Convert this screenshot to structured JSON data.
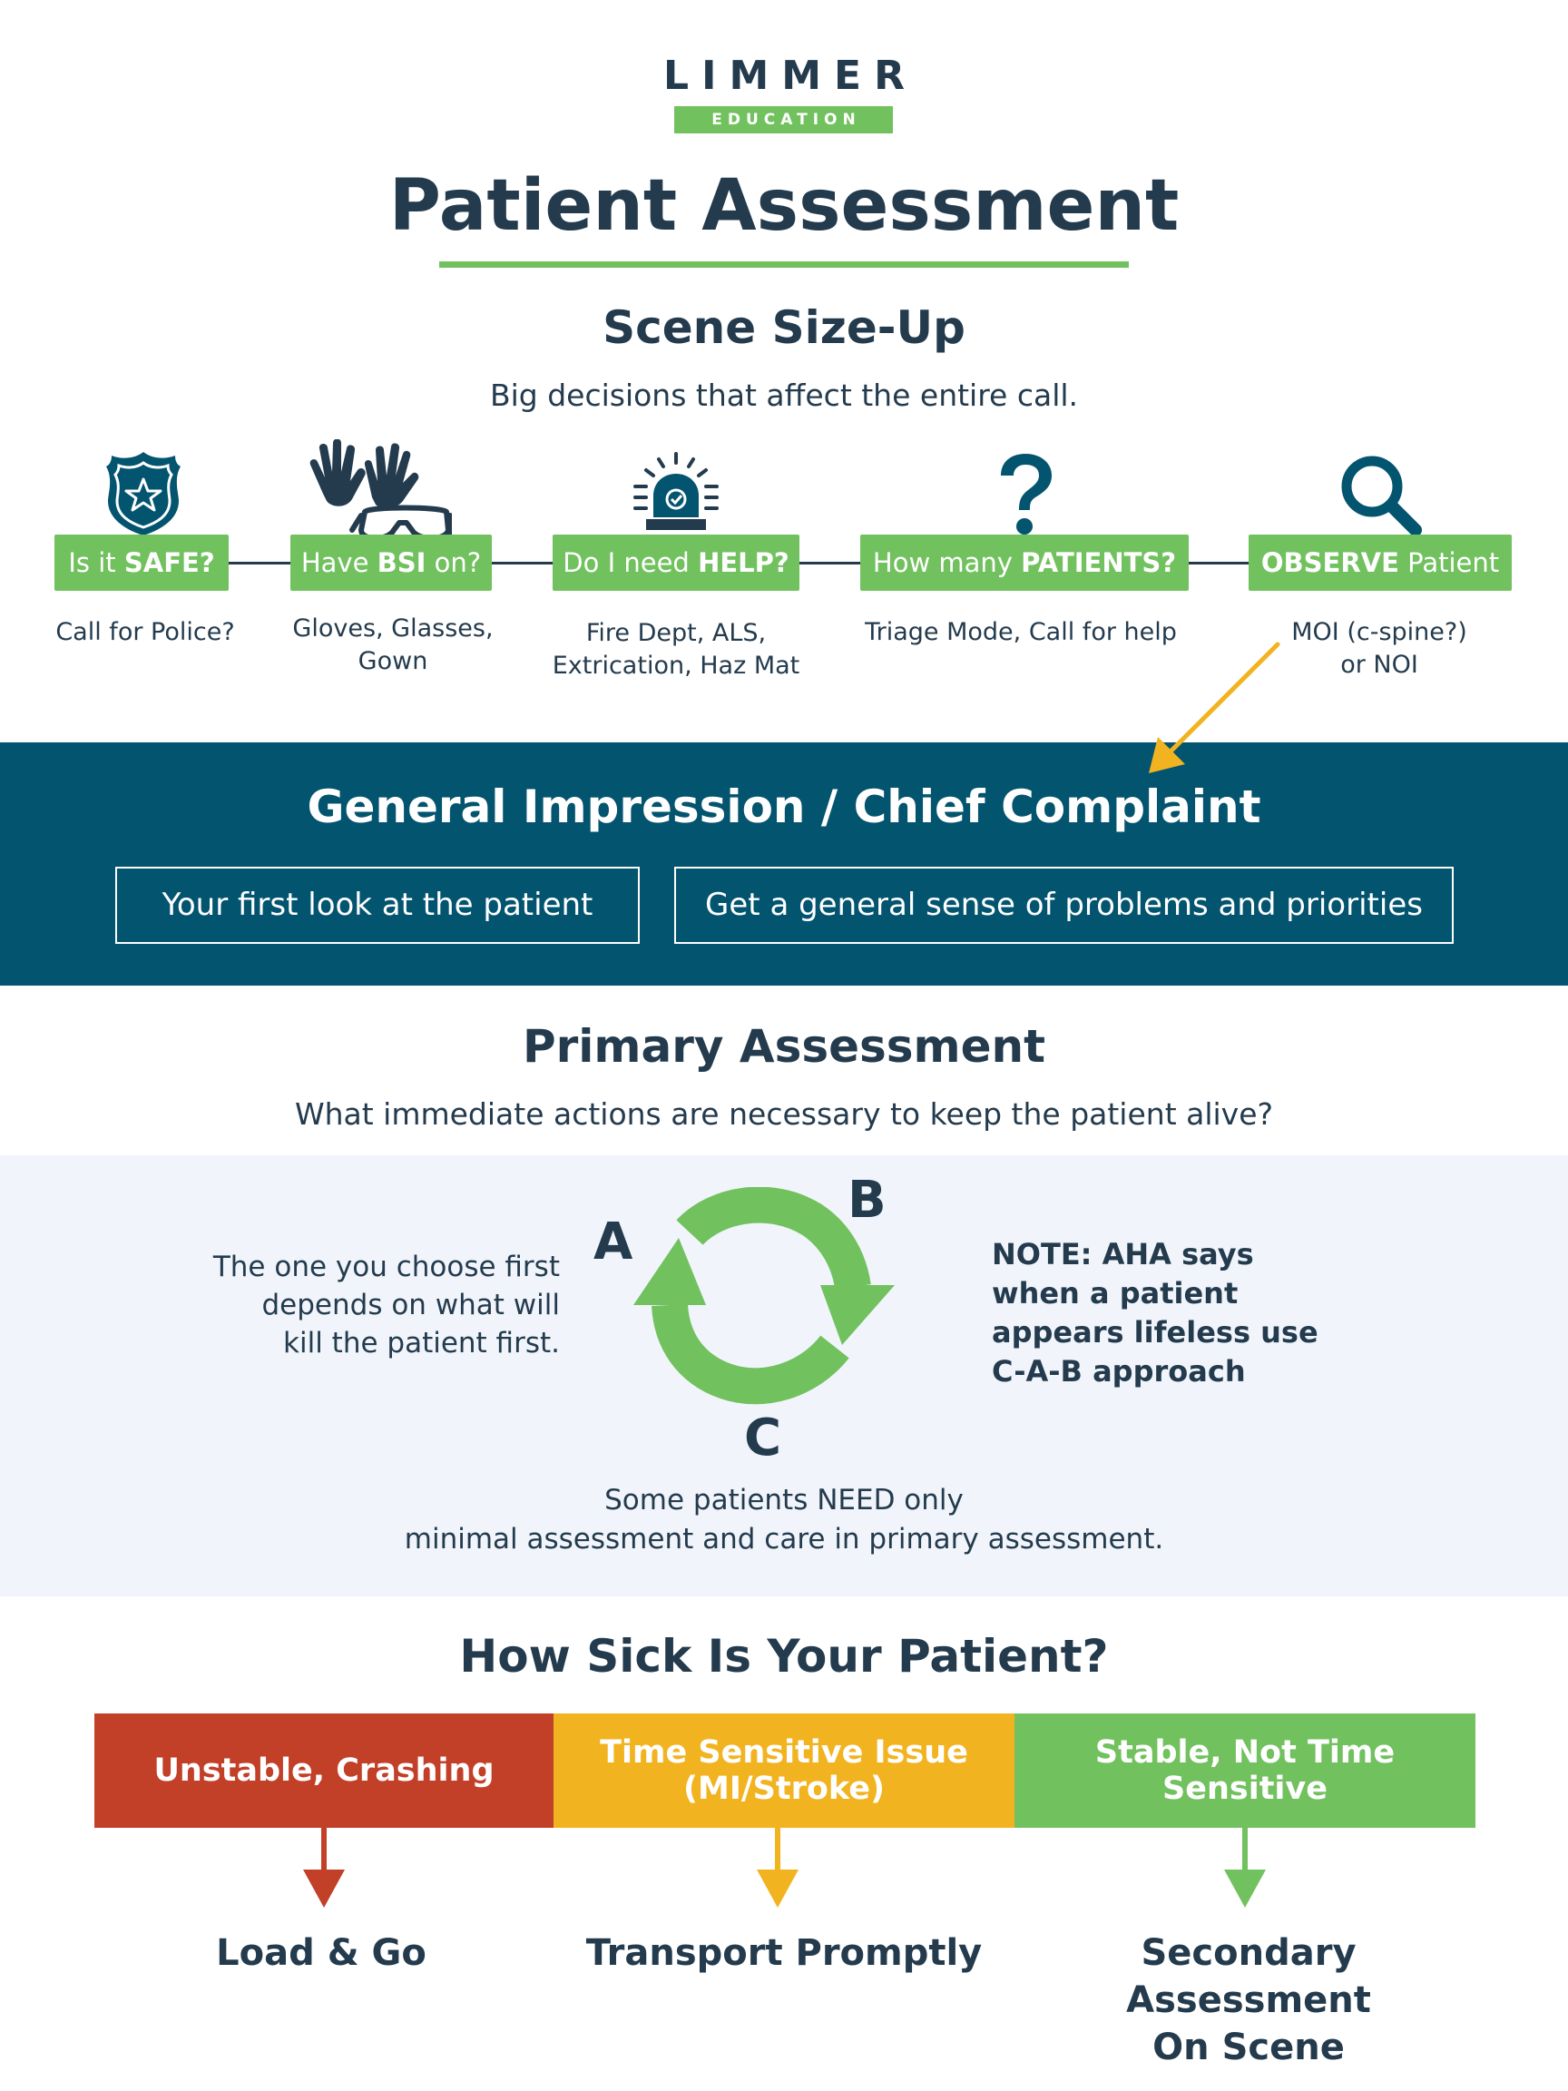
{
  "logo": {
    "wordmark": "LIMMER",
    "tagline": "EDUCATION"
  },
  "title": "Patient Assessment",
  "scene_sizeup": {
    "heading": "Scene Size-Up",
    "subtitle": "Big decisions that affect the entire call.",
    "steps": [
      {
        "pre": "Is it ",
        "bold": "SAFE?",
        "post": "",
        "desc": [
          "Call for Police?"
        ],
        "icon": "police-badge-icon"
      },
      {
        "pre": "Have ",
        "bold": "BSI",
        "post": " on?",
        "desc": [
          "Gloves, Glasses,",
          "Gown"
        ],
        "icon": "gloves-goggles-icon"
      },
      {
        "pre": "Do I need ",
        "bold": "HELP?",
        "post": "",
        "desc": [
          "Fire Dept, ALS,",
          "Extrication, Haz Mat"
        ],
        "icon": "siren-icon"
      },
      {
        "pre": "How many ",
        "bold": "PATIENTS?",
        "post": "",
        "desc": [
          "Triage Mode, Call for help"
        ],
        "icon": "question-mark-icon"
      },
      {
        "pre": "",
        "bold": "OBSERVE",
        "post": " Patient",
        "desc": [
          "MOI (c-spine?)",
          "or NOI"
        ],
        "icon": "magnifier-icon"
      }
    ]
  },
  "general_impression": {
    "heading": "General Impression / Chief Complaint",
    "boxes": [
      "Your first look at the patient",
      "Get a general sense of problems and priorities"
    ]
  },
  "primary_assessment": {
    "heading": "Primary Assessment",
    "subtitle": "What immediate actions are necessary to keep the patient alive?",
    "cycle_letters": [
      "A",
      "B",
      "C"
    ],
    "left_note": [
      "The one you choose first",
      "depends on what will",
      "kill the patient first."
    ],
    "right_note": [
      "NOTE: AHA says",
      "when a patient",
      "appears lifeless use",
      "C-A-B approach"
    ],
    "footer": [
      "Some patients NEED only",
      "minimal assessment and care in primary assessment."
    ]
  },
  "how_sick": {
    "heading": "How Sick Is Your Patient?",
    "levels": [
      {
        "label": [
          "Unstable, Crashing"
        ],
        "color": "#c23f28",
        "outcome": [
          "Load & Go"
        ]
      },
      {
        "label": [
          "Time Sensitive Issue",
          "(MI/Stroke)"
        ],
        "color": "#f2b320",
        "outcome": [
          "Transport Promptly"
        ]
      },
      {
        "label": [
          "Stable, Not Time Sensitive"
        ],
        "color": "#72c15f",
        "outcome": [
          "Secondary Assessment",
          "On Scene"
        ]
      }
    ]
  },
  "colors": {
    "navy": "#243b4e",
    "green": "#72c15f",
    "teal_band": "#03546f",
    "arrow_yellow": "#f2b320",
    "panel_bg": "#f1f5fb"
  }
}
